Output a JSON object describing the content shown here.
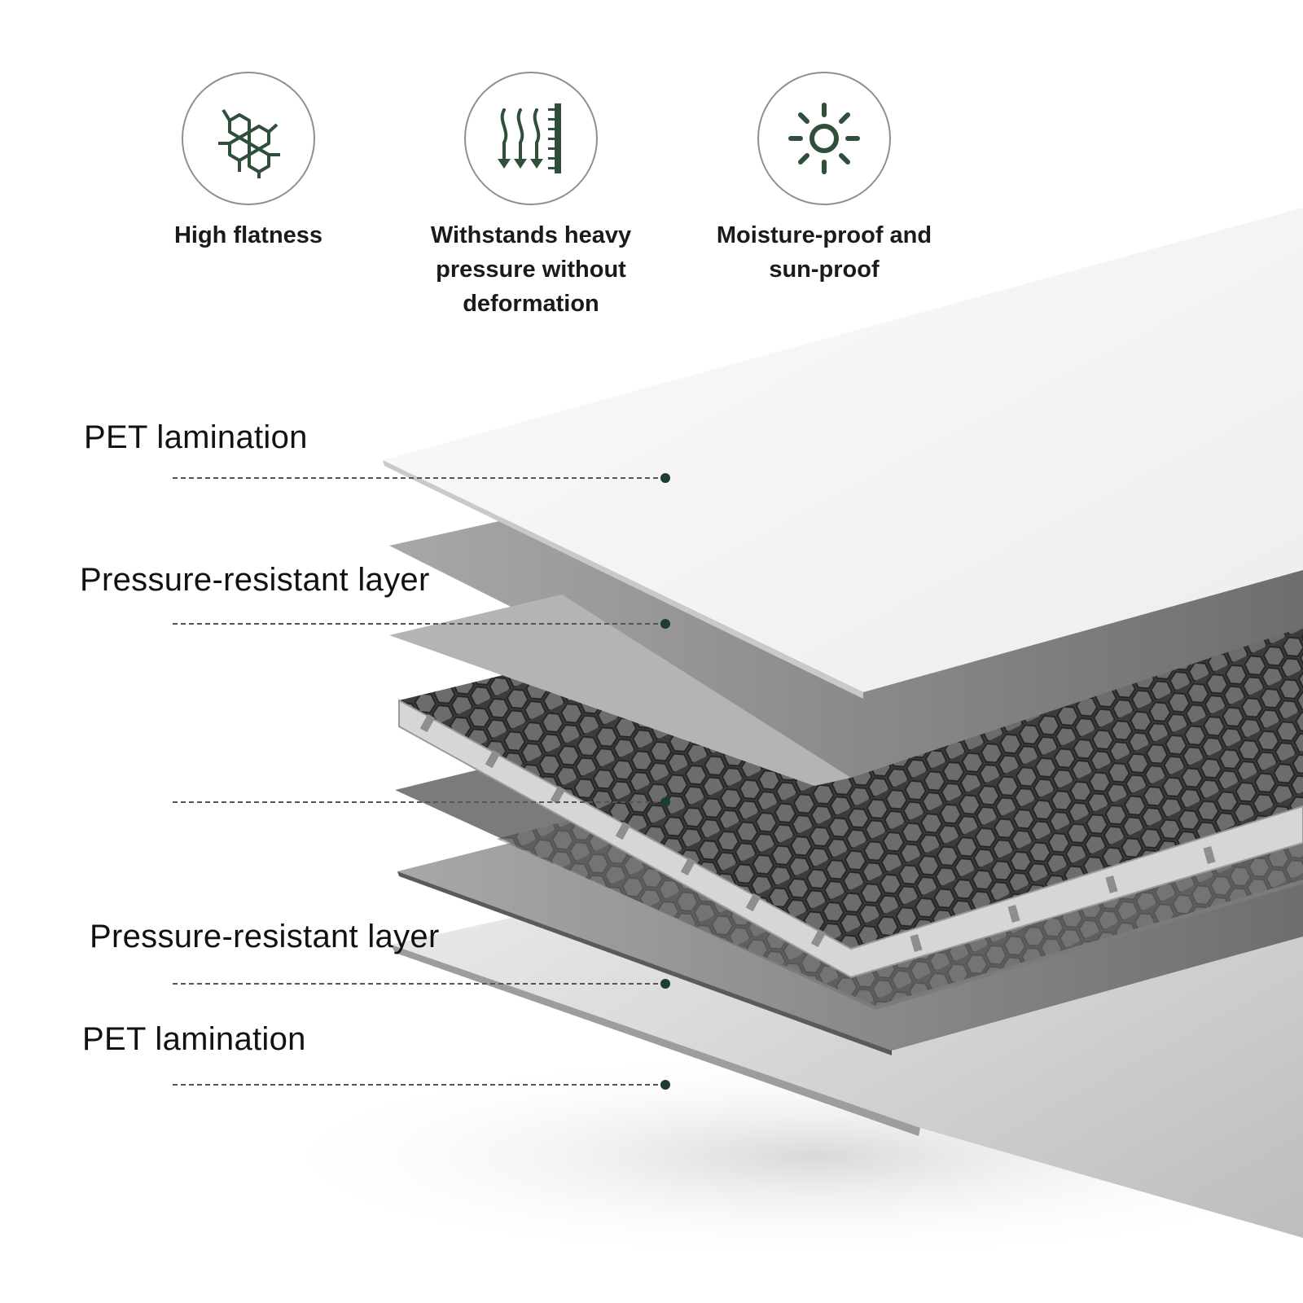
{
  "features": [
    {
      "icon": "molecule-hexagon-icon",
      "caption": "High flatness"
    },
    {
      "icon": "pressure-arrows-icon",
      "caption": "Withstands heavy\npressure without\ndeformation"
    },
    {
      "icon": "sun-icon",
      "caption": "Moisture-proof and\nsun-proof"
    }
  ],
  "layers": [
    {
      "label": "PET lamination"
    },
    {
      "label": "Pressure-resistant layer"
    },
    {
      "label": ""
    },
    {
      "label": "Pressure-resistant layer"
    },
    {
      "label": "PET lamination"
    }
  ],
  "colors": {
    "icon_green": "#2f4f3a",
    "leader_dot": "#1f3d2b",
    "leader_line": "#555555",
    "pet_sheet": "#f4f4f4",
    "pressure_sheet": "#8a8a8a",
    "honeycomb_core": "#3e3e3e"
  }
}
